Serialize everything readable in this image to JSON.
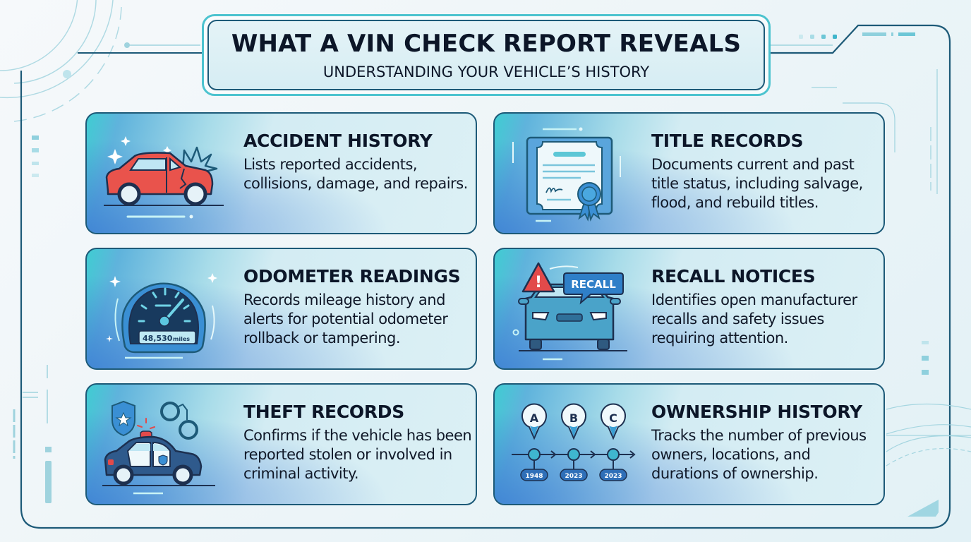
{
  "header": {
    "title": "WHAT A VIN CHECK REPORT REVEALS",
    "subtitle": "UNDERSTANDING YOUR VEHICLE’S HISTORY"
  },
  "colors": {
    "frame": "#1d5a78",
    "accent_teal": "#4cc3cf",
    "accent_blue": "#3878d2",
    "alert_red": "#e24a4a",
    "text": "#0c1628"
  },
  "cards": [
    {
      "id": "accident-history",
      "icon": "crashed-car-icon",
      "title": "ACCIDENT HISTORY",
      "description": "Lists reported accidents, collisions, damage, and repairs."
    },
    {
      "id": "title-records",
      "icon": "title-certificate-icon",
      "title": "TITLE RECORDS",
      "description": "Documents current and past title status, including salvage, flood, and rebuild titles."
    },
    {
      "id": "odometer-readings",
      "icon": "odometer-gauge-icon",
      "title": "ODOMETER READINGS",
      "description": "Records mileage history and alerts for potential odometer rollback or tampering.",
      "gauge_reading": "48,530",
      "gauge_unit": "miles"
    },
    {
      "id": "recall-notices",
      "icon": "recall-car-icon",
      "title": "RECALL NOTICES",
      "description": "Identifies open manufacturer recalls and safety issues requiring attention.",
      "badge_label": "RECALL",
      "warning_glyph": "!"
    },
    {
      "id": "theft-records",
      "icon": "police-car-icon",
      "title": "THEFT RECORDS",
      "description": "Confirms if the vehicle has been reported stolen or involved in criminal activity."
    },
    {
      "id": "ownership-history",
      "icon": "ownership-timeline-icon",
      "title": "OWNERSHIP HISTORY",
      "description": "Tracks the number of previous owners, locations, and durations of ownership.",
      "timeline": [
        {
          "marker": "A",
          "year": "1948"
        },
        {
          "marker": "B",
          "year": "2023"
        },
        {
          "marker": "C",
          "year": "2023"
        }
      ]
    }
  ]
}
